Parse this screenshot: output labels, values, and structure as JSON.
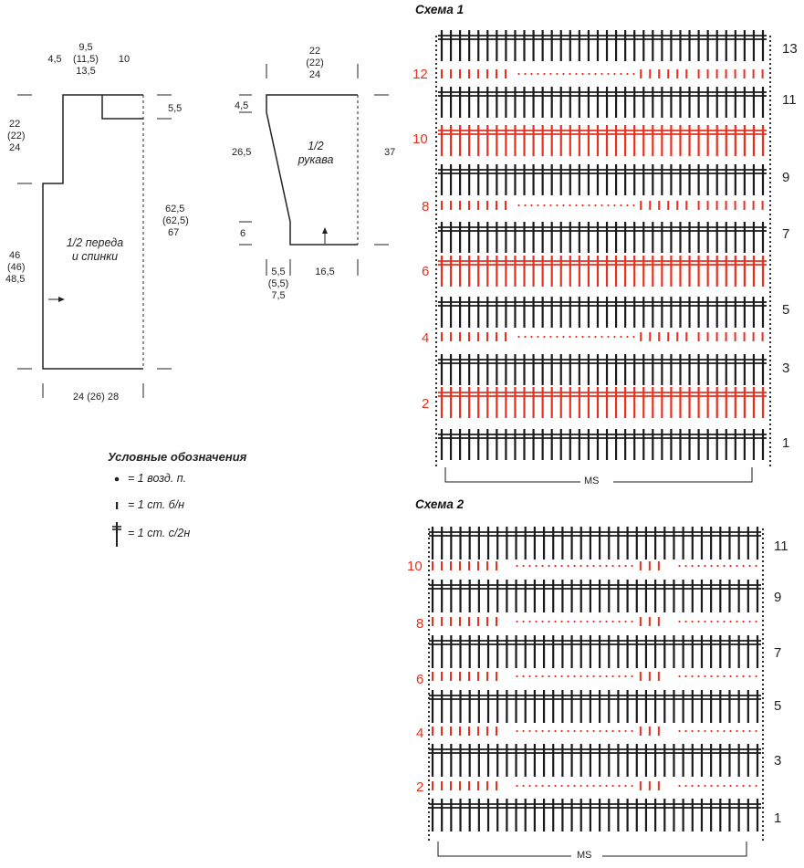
{
  "colors": {
    "ink": "#1a1a1a",
    "red": "#e8301e"
  },
  "back_piece": {
    "top_dims": [
      "4,5",
      "9,5",
      "(11,5)",
      "13,5",
      "10"
    ],
    "left_upper": [
      "22",
      "(22)",
      "24"
    ],
    "right_small": "5,5",
    "right_tall": [
      "62,5",
      "(62,5)",
      "67"
    ],
    "left_lower": [
      "46",
      "(46)",
      "48,5"
    ],
    "bottom_width": "24 (26) 28",
    "label": [
      "1/2 переда",
      "и спинки"
    ]
  },
  "sleeve": {
    "top_dims": [
      "22",
      "(22)",
      "24"
    ],
    "left_top": "4,5",
    "left_mid": "26,5",
    "left_bot": "6",
    "right": "37",
    "bottom_left": [
      "5,5",
      "(5,5)",
      "7,5"
    ],
    "bottom_right": "16,5",
    "label": [
      "1/2",
      "рукава"
    ]
  },
  "legend": {
    "title": "Условные обозначения",
    "items": [
      "= 1 возд. п.",
      "= 1 ст. б/н",
      "= 1 ст. с/2н"
    ]
  },
  "scheme1": {
    "title": "Схема 1",
    "rows": [
      "13",
      "12",
      "11",
      "10",
      "9",
      "8",
      "7",
      "6",
      "5",
      "4",
      "3",
      "2",
      "1"
    ],
    "repeat_label": "MS"
  },
  "scheme2": {
    "title": "Схема 2",
    "rows": [
      "11",
      "10",
      "9",
      "8",
      "7",
      "6",
      "5",
      "4",
      "3",
      "2",
      "1"
    ],
    "repeat_label": "MS"
  }
}
